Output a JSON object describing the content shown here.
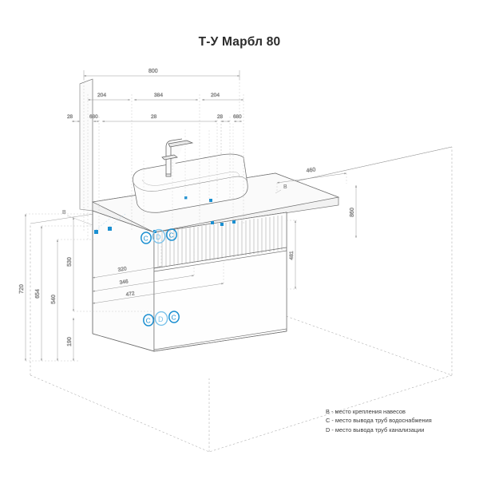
{
  "page": {
    "title": "Т-У Марбл 80",
    "background_color": "#ffffff",
    "line_color": "#6e6e6e",
    "dim_color": "#8c8c8c",
    "marker_color": "#1a8fd1"
  },
  "legend": {
    "rows": [
      "B  -  место крепления навесов",
      "C -  место вывода труб водоснабжения",
      "D - место вывода труб канализации"
    ]
  },
  "markers": {
    "b_label": "B",
    "c_label": "C",
    "d_label": "D",
    "groups": [
      {
        "name": "mounting-points-left",
        "label": "B",
        "count": 2
      },
      {
        "name": "plumbing-upper",
        "labels": [
          "C",
          "D",
          "C"
        ]
      },
      {
        "name": "plumbing-lower",
        "labels": [
          "C",
          "D",
          "C"
        ]
      }
    ]
  },
  "dimensions": {
    "top_overall": "800",
    "top_segments": [
      "204",
      "384",
      "204"
    ],
    "second_row": [
      "28",
      "680",
      "28",
      "28"
    ],
    "left_vertical": [
      "720",
      "654",
      "540",
      "530",
      "190"
    ],
    "mid_horizontal": [
      "320",
      "346",
      "472"
    ],
    "right_depth": "460",
    "right_vertical_total": "860",
    "right_vertical_inner": "481"
  },
  "object": {
    "type": "bathroom-vanity-with-vessel-sink",
    "product_name": "Т-У Марбл 80",
    "width_mm": 800,
    "depth_mm": 460,
    "height_mm": 860
  }
}
